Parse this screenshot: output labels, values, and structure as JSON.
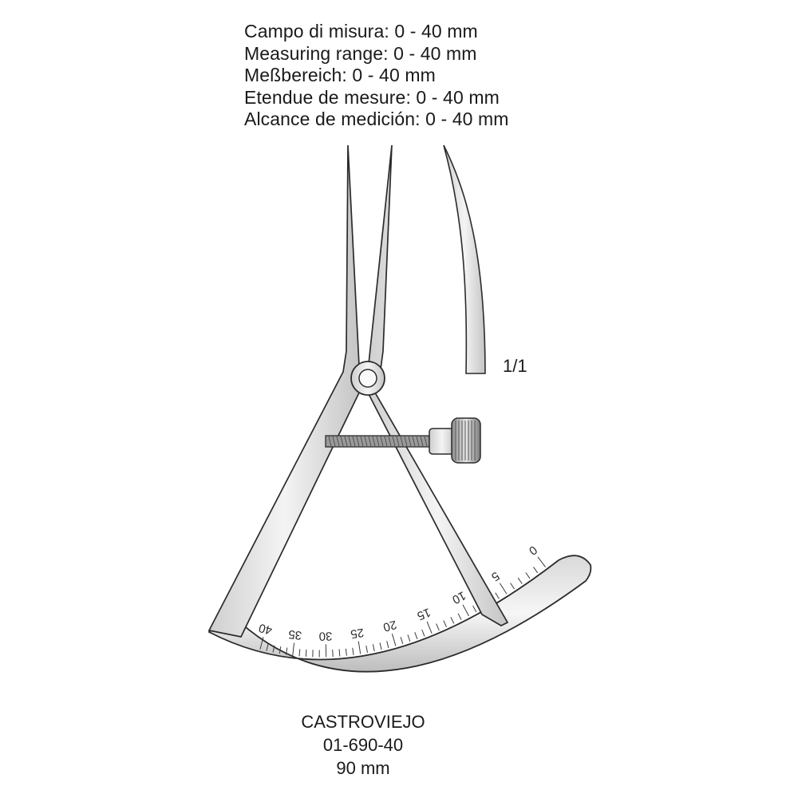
{
  "measuring_range": [
    "Campo di misura: 0 - 40 mm",
    "Measuring range: 0 - 40 mm",
    "Meßbereich: 0 - 40 mm",
    "Etendue de mesure: 0 - 40 mm",
    "Alcance de medición: 0 - 40 mm"
  ],
  "scale_note": "1/1",
  "product": {
    "name": "CASTROVIEJO",
    "code": "01-690-40",
    "length": "90 mm"
  },
  "scale": {
    "labels": [
      "0",
      "5",
      "10",
      "15",
      "20",
      "25",
      "30",
      "35",
      "40"
    ],
    "min": 0,
    "max": 40,
    "unit": "mm"
  },
  "colors": {
    "outline": "#2b2b2b",
    "metal_light": "#f2f2f2",
    "metal_dark": "#bdbdbd",
    "background": "#ffffff"
  }
}
